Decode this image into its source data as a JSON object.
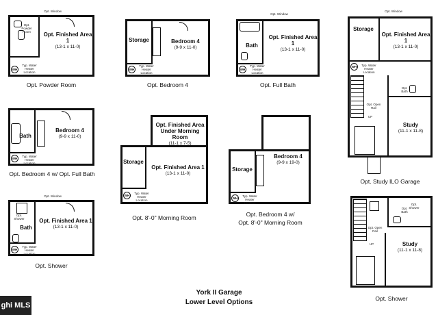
{
  "title_line1": "York II Garage",
  "title_line2": "Lower Level Options",
  "badge": "ghi MLS",
  "panels": {
    "powder_room": {
      "caption": "Opt. Powder Room",
      "window": "Opt. Window",
      "room_name": "Opt. Finished Area 1",
      "room_dim": "(13-1 x 11-0)",
      "bath_note": "Opt. Powder Room",
      "wh_label": "Typ. Water Heater Location"
    },
    "bedroom4": {
      "caption": "Opt. Bedroom 4",
      "storage": "Storage",
      "room_name": "Bedroom 4",
      "room_dim": "(9-9 x 11-0)",
      "wh_label": "Typ. Water Heater Location"
    },
    "full_bath": {
      "caption": "Opt. Full Bath",
      "window": "Opt. Window",
      "room_name": "Opt. Finished Area 1",
      "room_dim": "(13-1 x 11-0)",
      "bath": "Bath",
      "wh_label": "Typ. Water Heater Location"
    },
    "study": {
      "caption": "Opt. Study ILO Garage",
      "window": "Opt. Window",
      "storage": "Storage",
      "room_name": "Opt. Finished Area 1",
      "room_dim": "(13-1 x 11-0)",
      "bath_note": "Opt. Bath",
      "study": "Study",
      "study_dim": "(11-1 x 11-8)",
      "wh_label": "Typ. Water Heater Location",
      "up": "UP",
      "open_rail": "Opt. Open Rail"
    },
    "bedroom4_bath": {
      "caption": "Opt. Bedroom 4 w/ Opt. Full Bath",
      "room_name": "Bedroom 4",
      "room_dim": "(9-9 x 11-0)",
      "bath": "Bath",
      "wh_label": "Typ. Water Heater Location"
    },
    "morning_room": {
      "caption": "Opt. 8'-0\" Morning Room",
      "upper_name": "Opt. Finished Area Under Morning Room",
      "upper_dim": "(11-1 x 7-5)",
      "storage": "Storage",
      "room_name": "Opt. Finished Area 1",
      "room_dim": "(13-1 x 11-0)",
      "wh_label": "Typ. Water Heater Location"
    },
    "bedroom4_morning": {
      "caption_line1": "Opt. Bedroom 4 w/",
      "caption_line2": "Opt. 8'-0\" Morning Room",
      "storage": "Storage",
      "room_name": "Bedroom 4",
      "room_dim": "(9-9 x 19-0)",
      "wh_label": "Typ. Water Heater Location"
    },
    "shower": {
      "caption": "Opt. Shower",
      "window": "Opt. Window",
      "room_name": "Opt. Finished Area 1",
      "room_dim": "(13-1 x 11-0)",
      "bath": "Bath",
      "shower_note": "Opt. Shower",
      "wh_label": "Typ. Water Heater Location"
    },
    "shower_study": {
      "caption": "Opt. Shower",
      "study": "Study",
      "study_dim": "(11-1 x 11-8)",
      "bath_note": "Opt. Bath",
      "shower_note": "Opt. Shower",
      "open_rail": "Opt. Open Rail",
      "up": "UP"
    }
  }
}
